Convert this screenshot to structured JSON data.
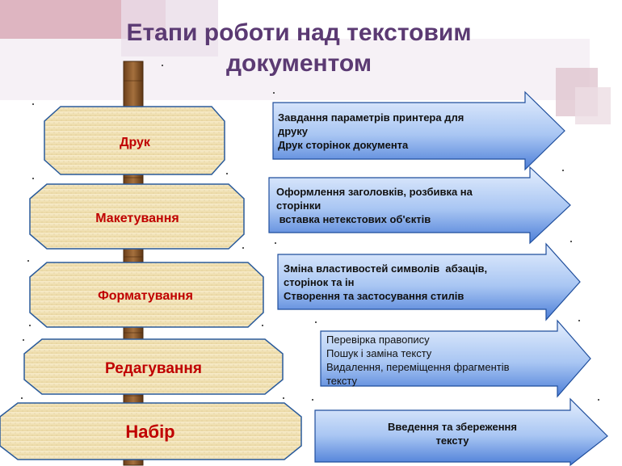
{
  "title": {
    "line1": "Етапи роботи над текстовим",
    "line2": "документом"
  },
  "colors": {
    "title": "#5b3a73",
    "stage_text": "#c00000",
    "parchment": "#f3e5b8",
    "pole": "#8b5a2b",
    "arrow_light": "#cfe0fb",
    "arrow_dark": "#4d7fd8",
    "deco_pink": "#d8a8b6",
    "deco_lilac": "#e3d2e6"
  },
  "icons": {
    "stage": "parchment-octagon-sign",
    "pole": "wooden-pole",
    "arrow": "right-arrow-callout"
  },
  "stages": [
    {
      "label": "Друк",
      "lines": [
        "Завдання параметрів принтера для",
        "друку",
        "Друк сторінок документа"
      ]
    },
    {
      "label": "Макетування",
      "lines": [
        "Оформлення заголовків, розбивка на",
        "сторінки",
        " вставка нетекстових об'єктів"
      ]
    },
    {
      "label": "Форматування",
      "lines": [
        "Зміна властивостей символів  абзаців,",
        "сторінок та ін",
        "Створення та застосування стилів"
      ]
    },
    {
      "label": "Редагування",
      "lines": [
        "Перевірка правопису",
        "Пошук і заміна тексту",
        "Видалення, переміщення фрагментів",
        "тексту"
      ]
    },
    {
      "label": "Набір",
      "lines": [
        "Введення та збереження",
        "тексту"
      ]
    }
  ]
}
